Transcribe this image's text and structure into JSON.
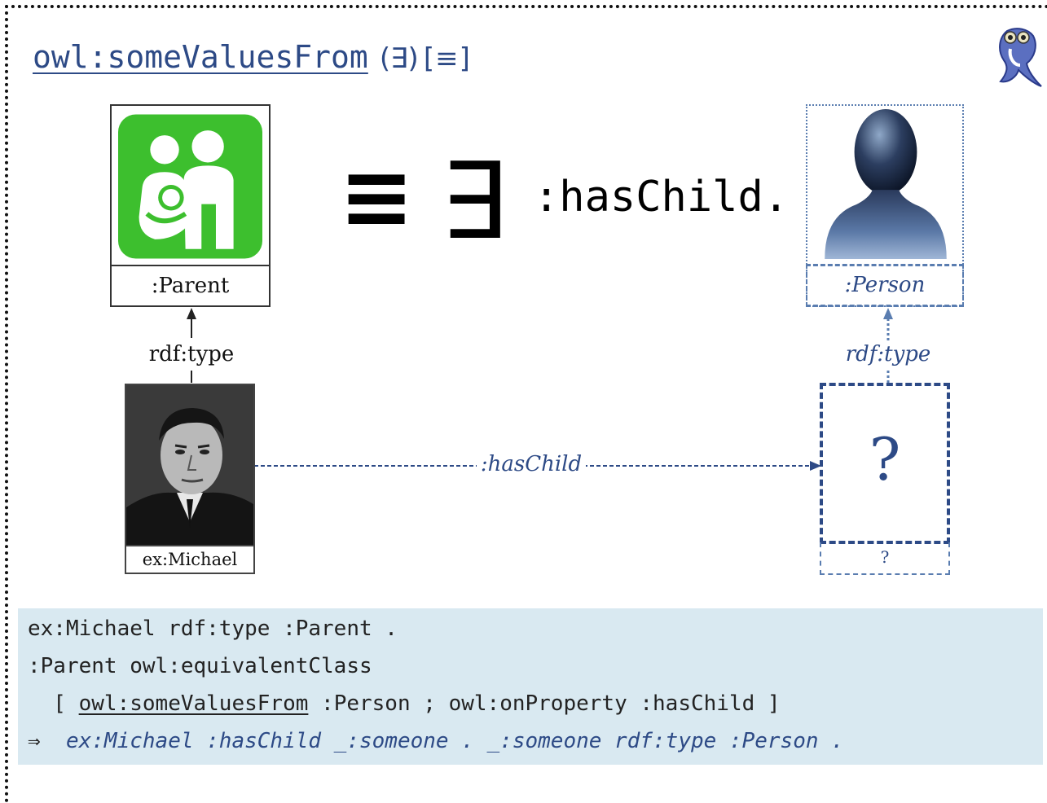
{
  "title": {
    "link": "owl:someValuesFrom",
    "symbol": "(∃)",
    "flag": "[≡]"
  },
  "formula": {
    "equiv": "≡",
    "exists": "∃",
    "property": ":hasChild."
  },
  "diagram": {
    "parent_label": ":Parent",
    "person_label": ":Person",
    "left_edge_label": "rdf:type",
    "right_edge_label": "rdf:type",
    "arrow_label": ":hasChild",
    "michael_label": "ex:Michael",
    "unknown_box": "?",
    "unknown_label": "?"
  },
  "code": {
    "line1": "ex:Michael rdf:type :Parent .",
    "line2": ":Parent owl:equivalentClass",
    "line3_open": "  [ ",
    "line3_link": "owl:someValuesFrom",
    "line3_rest": " :Person ; owl:onProperty :hasChild ]",
    "line4_arrow": "⇒",
    "line4_text": "  ex:Michael :hasChild _:someone . _:someone rdf:type :Person ."
  },
  "colors": {
    "accent": "#2d4a86",
    "parent_icon_bg": "#3dbf2e",
    "code_bg": "#d9e9f1"
  }
}
